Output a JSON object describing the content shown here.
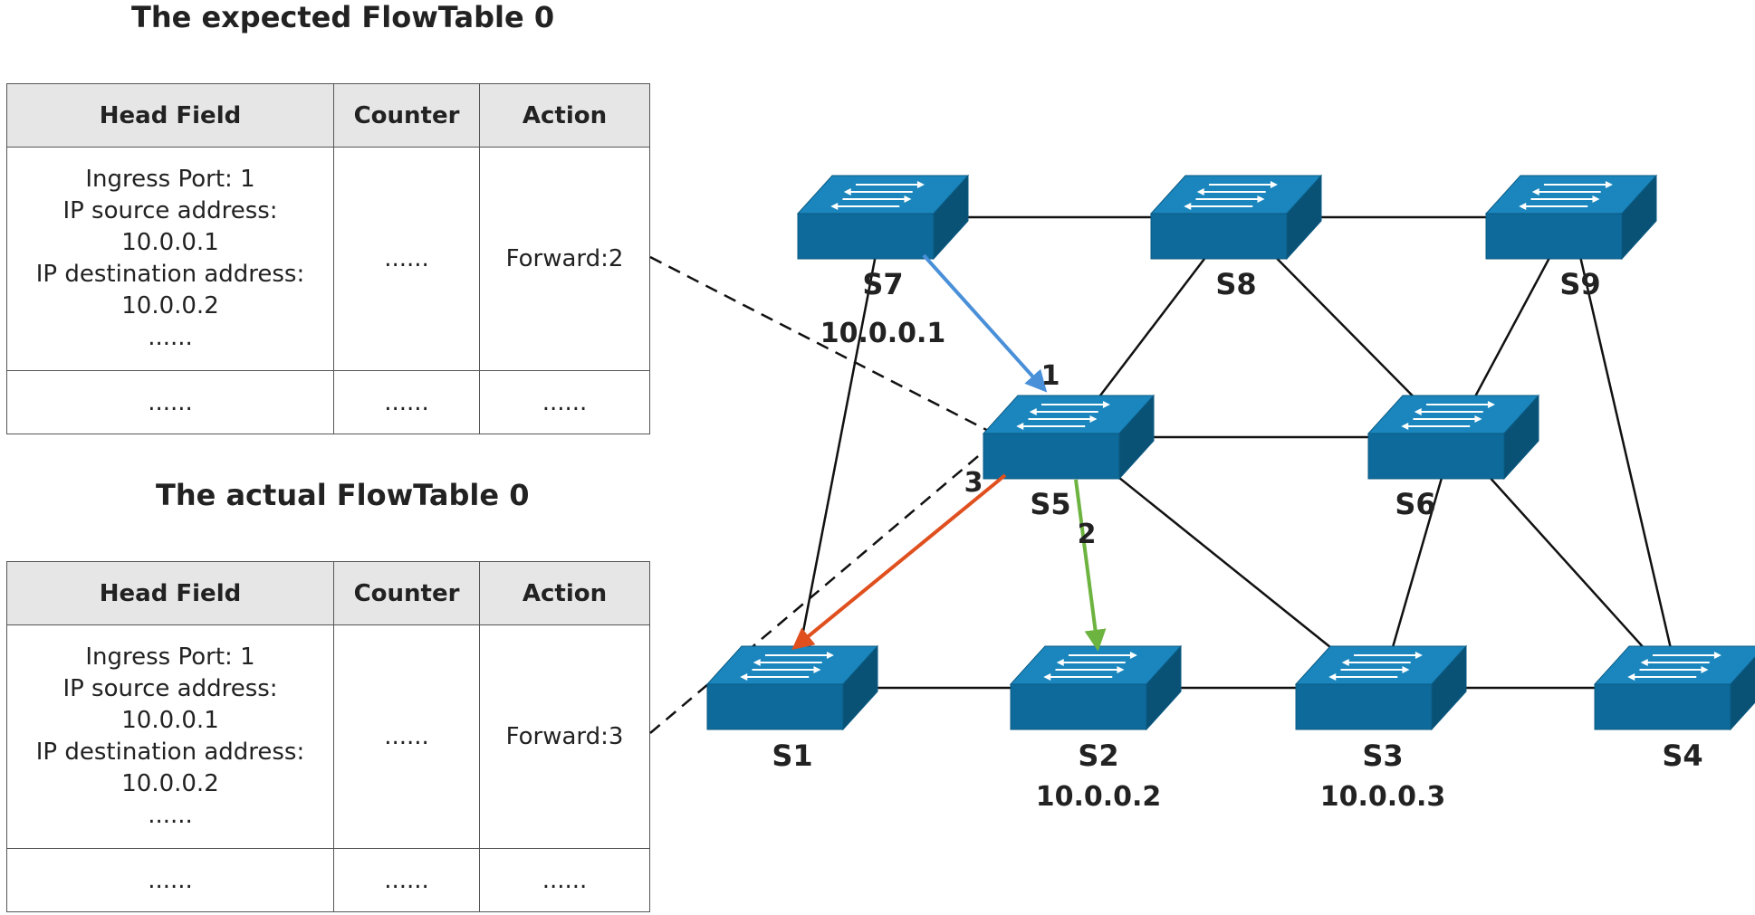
{
  "expected_table": {
    "title": "The expected FlowTable 0",
    "headers": [
      "Head Field",
      "Counter",
      "Action"
    ],
    "head_field_lines": [
      "Ingress Port: 1",
      "IP source address:",
      "10.0.0.1",
      "IP destination address:",
      "10.0.0.2",
      "......"
    ],
    "counter": "......",
    "action": "Forward:2",
    "last_row": [
      "......",
      "......",
      "......"
    ]
  },
  "actual_table": {
    "title": "The actual FlowTable 0",
    "headers": [
      "Head Field",
      "Counter",
      "Action"
    ],
    "head_field_lines": [
      "Ingress Port: 1",
      "IP source address:",
      "10.0.0.1",
      "IP destination address:",
      "10.0.0.2",
      "......"
    ],
    "counter": "......",
    "action": "Forward:3",
    "last_row": [
      "......",
      "......",
      "......"
    ]
  },
  "switches": {
    "S7": {
      "label": "S7",
      "ip": "10.0.0.1"
    },
    "S8": {
      "label": "S8",
      "ip": ""
    },
    "S9": {
      "label": "S9",
      "ip": ""
    },
    "S5": {
      "label": "S5",
      "ip": ""
    },
    "S6": {
      "label": "S6",
      "ip": ""
    },
    "S1": {
      "label": "S1",
      "ip": ""
    },
    "S2": {
      "label": "S2",
      "ip": "10.0.0.2"
    },
    "S3": {
      "label": "S3",
      "ip": "10.0.0.3"
    },
    "S4": {
      "label": "S4",
      "ip": ""
    }
  },
  "links": [
    [
      "S7",
      "S8"
    ],
    [
      "S8",
      "S9"
    ],
    [
      "S7",
      "S1"
    ],
    [
      "S8",
      "S5"
    ],
    [
      "S8",
      "S6"
    ],
    [
      "S9",
      "S6"
    ],
    [
      "S9",
      "S4"
    ],
    [
      "S5",
      "S6"
    ],
    [
      "S5",
      "S3"
    ],
    [
      "S6",
      "S3"
    ],
    [
      "S6",
      "S4"
    ],
    [
      "S1",
      "S2"
    ],
    [
      "S2",
      "S3"
    ],
    [
      "S3",
      "S4"
    ]
  ],
  "flows": [
    {
      "label": "1",
      "from": "S7",
      "to": "S5",
      "color": "#4a90d9"
    },
    {
      "label": "2",
      "from": "S5",
      "to": "S2",
      "color": "#6db33f"
    },
    {
      "label": "3",
      "from": "S5",
      "to": "S1",
      "color": "#e0501f"
    }
  ],
  "colors": {
    "switch_front": "#0e6a9a",
    "switch_top": "#1a86bd",
    "switch_side": "#095276",
    "link": "#111111",
    "dashed": "#111111"
  }
}
